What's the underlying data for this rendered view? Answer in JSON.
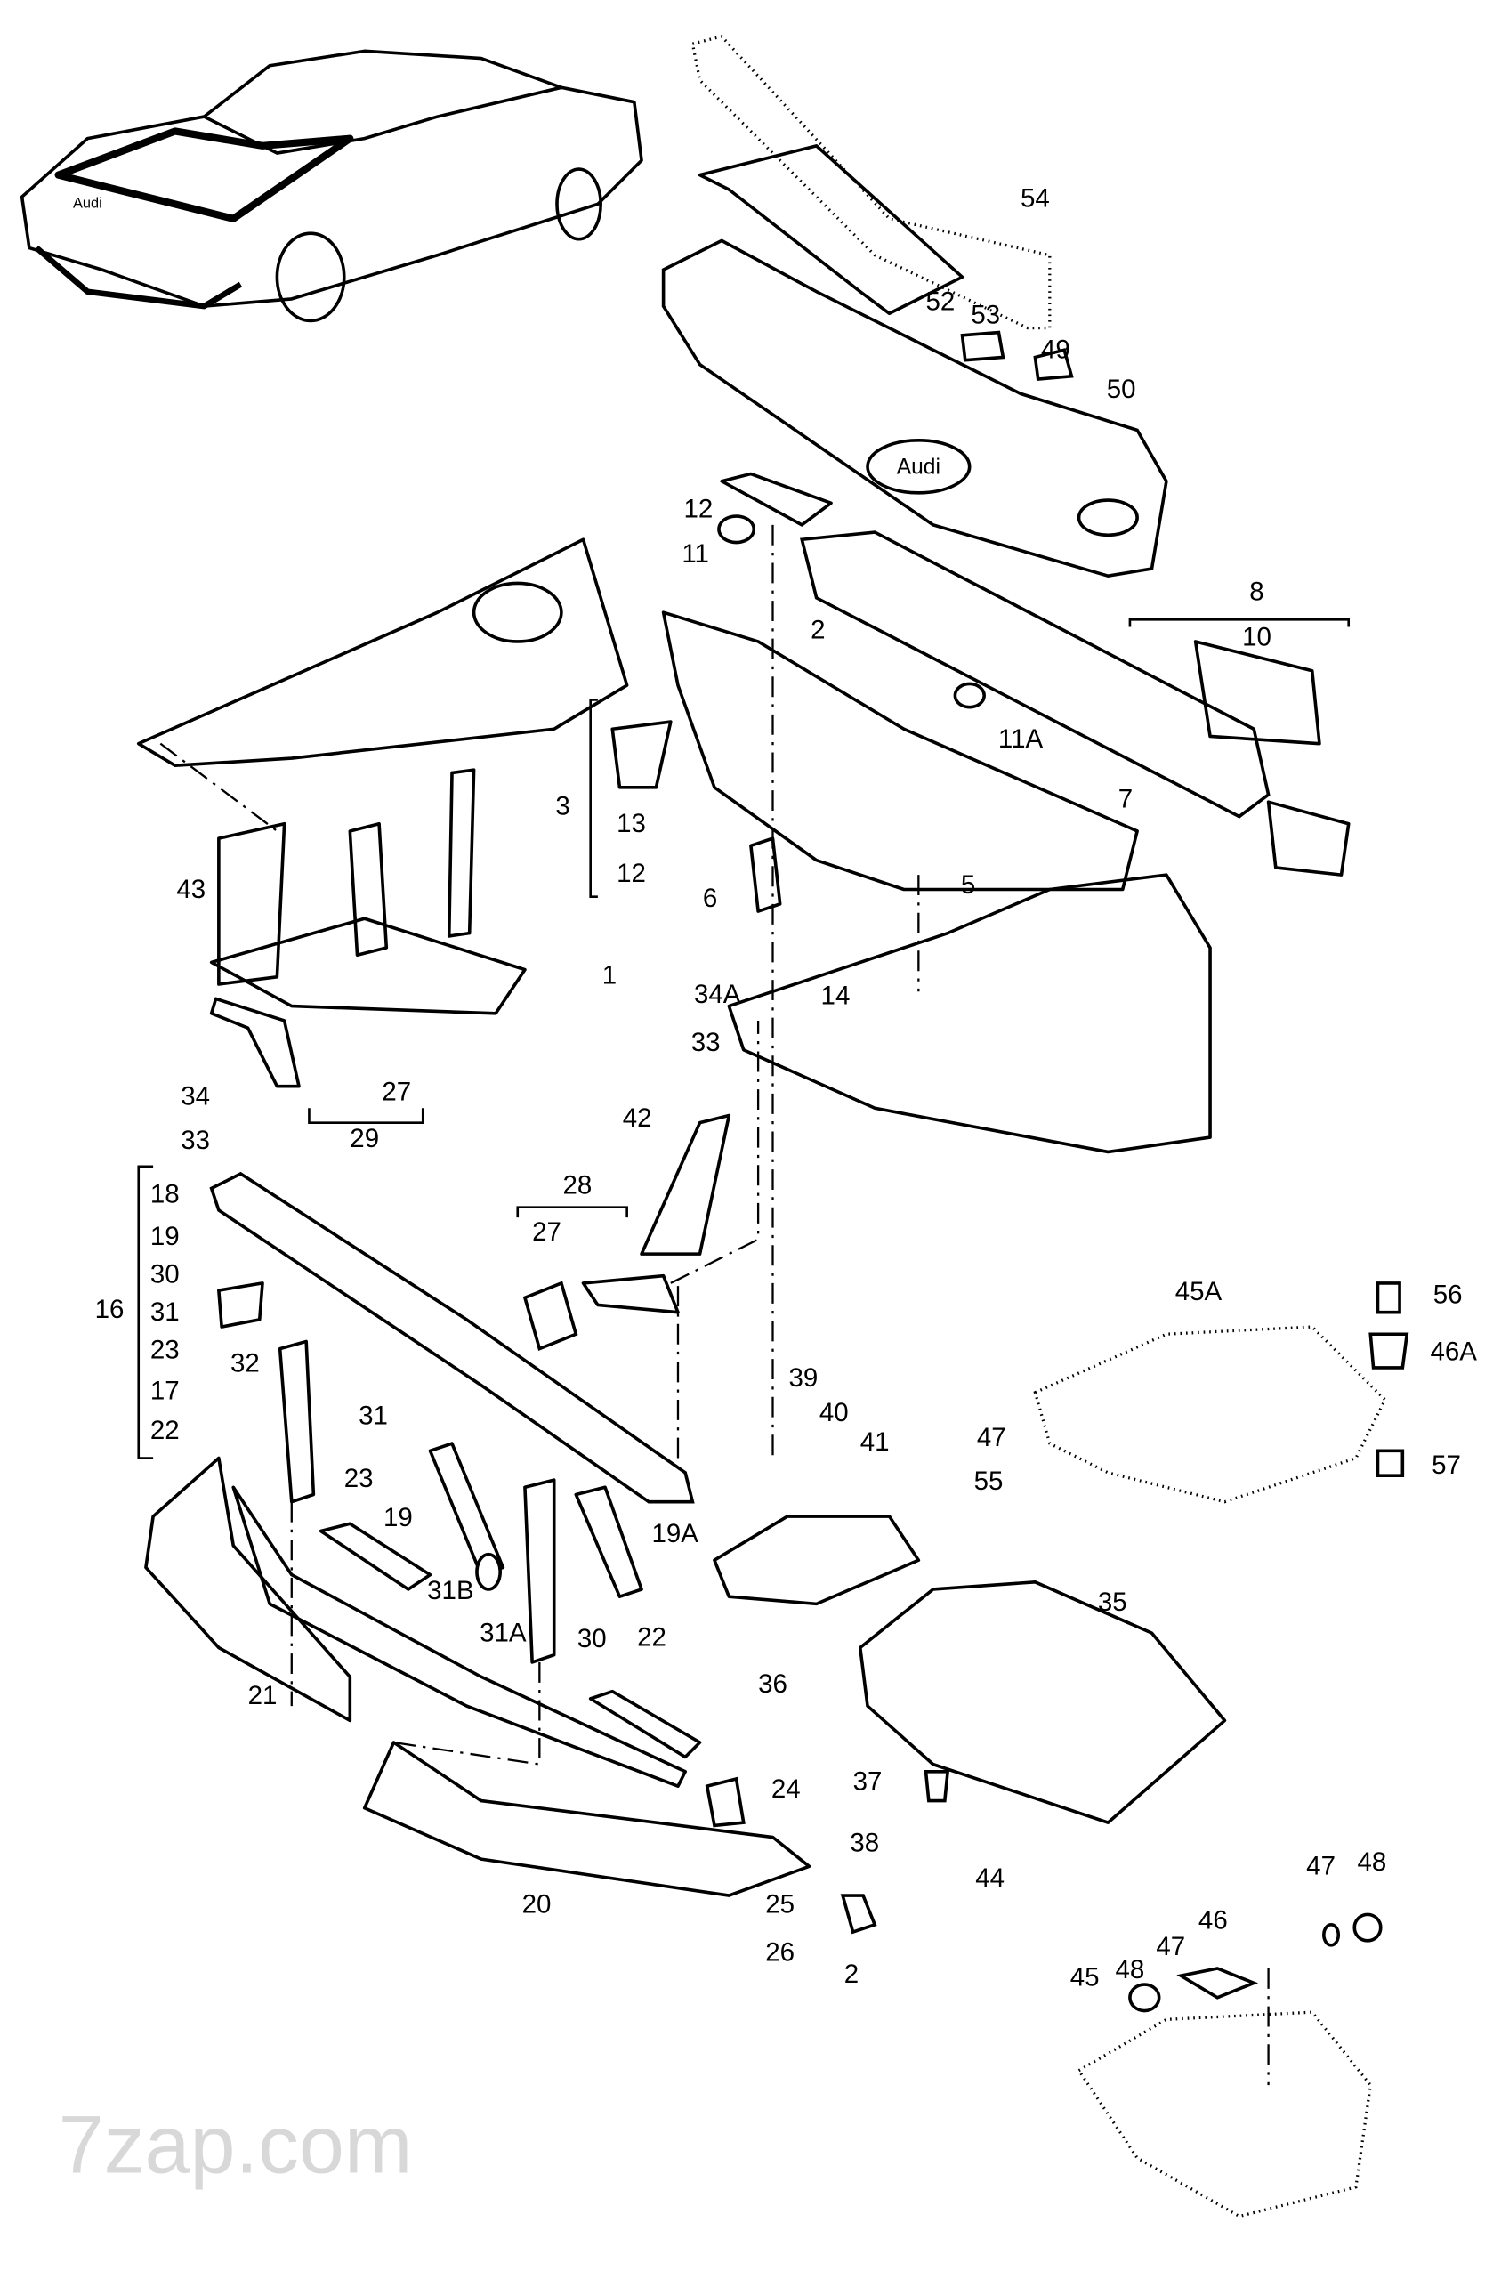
{
  "diagram": {
    "watermark": "7zap.com",
    "car_logo": "Audi",
    "callouts": [
      "54",
      "52",
      "53",
      "49",
      "50",
      "12",
      "11",
      "2",
      "8",
      "10",
      "11A",
      "7",
      "3",
      "13",
      "12",
      "43",
      "6",
      "5",
      "1",
      "34A",
      "14",
      "33",
      "27",
      "29",
      "34",
      "33",
      "18",
      "19",
      "30",
      "16",
      "31",
      "23",
      "32",
      "17",
      "22",
      "28",
      "27",
      "42",
      "31",
      "45A",
      "56",
      "46A",
      "47",
      "55",
      "57",
      "39",
      "40",
      "41",
      "23",
      "19",
      "19A",
      "31B",
      "31A",
      "30",
      "22",
      "35",
      "36",
      "21",
      "37",
      "24",
      "38",
      "44",
      "20",
      "25",
      "26",
      "2",
      "47",
      "48",
      "46",
      "47",
      "48",
      "45"
    ]
  }
}
